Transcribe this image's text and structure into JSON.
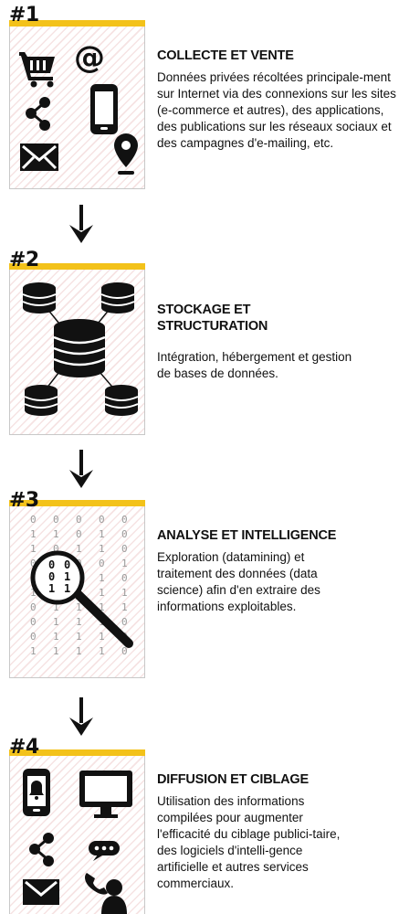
{
  "steps": [
    {
      "number": "#1",
      "title": "COLLECTE ET VENTE",
      "description": "Données privées récoltées principale-ment sur Internet via des connexions sur les sites (e-commerce et autres), des applications, des publications sur les réseaux sociaux et des campagnes d'e-mailing, etc.",
      "icons": [
        "cart-icon",
        "at-sign-icon",
        "smartphone-icon",
        "share-icon",
        "envelope-icon",
        "location-pin-icon"
      ]
    },
    {
      "number": "#2",
      "title": "STOCKAGE ET STRUCTURATION",
      "description": "Intégration, hébergement et gestion de bases de données.",
      "icons": [
        "database-network-icon"
      ]
    },
    {
      "number": "#3",
      "title": "ANALYSE ET INTELLIGENCE",
      "description": "Exploration (datamining) et traitement des données (data science) afin d'en extraire des informations exploitables.",
      "binary_grid": [
        [
          "0",
          "0",
          "0",
          "0",
          "0"
        ],
        [
          "1",
          "1",
          "0",
          "1",
          "0"
        ],
        [
          "1",
          "0",
          "1",
          "1",
          "0"
        ],
        [
          "0",
          "0",
          "0",
          "0",
          "1"
        ],
        [
          "0",
          "0",
          "1",
          "1",
          "0"
        ],
        [
          "1",
          "1",
          "0",
          "1",
          "1"
        ],
        [
          "0",
          "1",
          "1",
          "1",
          "1"
        ],
        [
          "0",
          "1",
          "1",
          "1",
          "0"
        ],
        [
          "0",
          "1",
          "1",
          "1",
          "0"
        ],
        [
          "1",
          "1",
          "1",
          "1",
          "0"
        ]
      ],
      "lens_digits": [
        [
          "0",
          "0"
        ],
        [
          "0",
          "1"
        ],
        [
          "1",
          "1"
        ]
      ],
      "icons": [
        "magnifying-glass-icon"
      ]
    },
    {
      "number": "#4",
      "title": "DIFFUSION ET CIBLAGE",
      "description": "Utilisation des informations compilées pour augmenter l'efficacité du ciblage publici-taire, des logiciels d'intelli-gence artificielle et autres services commerciaux.",
      "icons": [
        "phone-notification-icon",
        "monitor-icon",
        "share-icon",
        "chat-bubble-icon",
        "envelope-icon",
        "call-center-agent-icon"
      ]
    }
  ],
  "colors": {
    "accent": "#f3c21a",
    "hatch": "#f6e3e3",
    "border": "#c8c8c8",
    "ink": "#111111"
  }
}
